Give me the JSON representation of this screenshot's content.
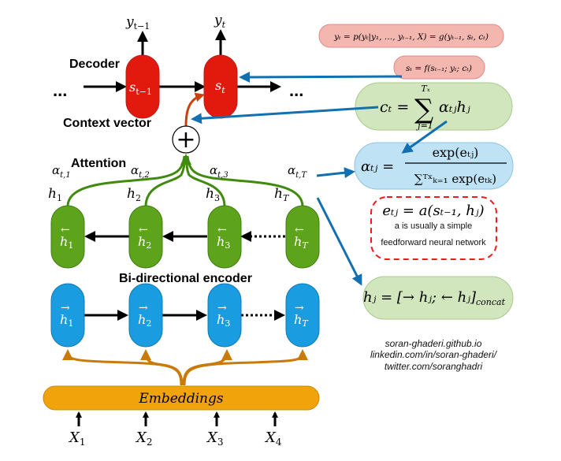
{
  "colors": {
    "decoder": "#e21a0d",
    "backward": "#5ea31c",
    "forward": "#1a9de0",
    "embeddings": "#f0a30a",
    "attention_curve": "#3f8a0f",
    "embed_curve": "#c87a0b",
    "callout_arrow": "#1270b0",
    "context_arrow": "#c9410b",
    "pink_box": "#f4b7b0",
    "green_box": "#d1e6bd",
    "blue_box": "#bfe2f4",
    "dashed_box": "#ee1c1c"
  },
  "labels": {
    "decoder": "Decoder",
    "context_vector": "Context vector",
    "attention": "Attention",
    "encoder": "Bi-directional encoder",
    "ellipsis_left": "...",
    "ellipsis_right": "..."
  },
  "decoder": {
    "outputs": [
      "y",
      "y"
    ],
    "output_subs": [
      "t−1",
      "t"
    ],
    "states": [
      "s",
      "s"
    ],
    "state_subs": [
      "t−1",
      "t"
    ]
  },
  "attention": {
    "weights": [
      {
        "base": "α",
        "sub": "t,1"
      },
      {
        "base": "α",
        "sub": "t,2"
      },
      {
        "base": "α",
        "sub": "t,3"
      },
      {
        "base": "α",
        "sub": "t,T"
      }
    ],
    "hidden": [
      {
        "base": "h",
        "sub": "1"
      },
      {
        "base": "h",
        "sub": "2"
      },
      {
        "base": "h",
        "sub": "3"
      },
      {
        "base": "h",
        "sub": "T"
      }
    ],
    "sum_symbol": "+"
  },
  "encoder": {
    "backward": [
      {
        "arrow": "←",
        "base": "h",
        "sub": "1"
      },
      {
        "arrow": "←",
        "base": "h",
        "sub": "2"
      },
      {
        "arrow": "←",
        "base": "h",
        "sub": "3"
      },
      {
        "arrow": "←",
        "base": "h",
        "sub": "T"
      }
    ],
    "forward": [
      {
        "arrow": "→",
        "base": "h",
        "sub": "1"
      },
      {
        "arrow": "→",
        "base": "h",
        "sub": "2"
      },
      {
        "arrow": "→",
        "base": "h",
        "sub": "3"
      },
      {
        "arrow": "→",
        "base": "h",
        "sub": "T"
      }
    ]
  },
  "embeddings": {
    "label": "Embeddings",
    "inputs": [
      {
        "base": "X",
        "sub": "1"
      },
      {
        "base": "X",
        "sub": "2"
      },
      {
        "base": "X",
        "sub": "3"
      },
      {
        "base": "X",
        "sub": "4"
      }
    ]
  },
  "equations": {
    "output": "yₜ = p(yₜ|y₁, …, yₜ₋₁, X) = g(yₜ₋₁, sₜ, cₜ)",
    "state": "sₜ = f(sₜ₋₁; yₜ; cₜ)",
    "context_lhs": "cₜ =",
    "context_sum": "∑",
    "context_sum_top": "Tₓ",
    "context_sum_bottom": "j=1",
    "context_rhs": "αₜⱼhⱼ",
    "alpha_lhs": "αₜⱼ =",
    "alpha_num": "exp(eₜⱼ)",
    "alpha_den": "∑ᵀˣₖ₌₁ exp(eₜₖ)",
    "energy": "eₜⱼ = a(sₜ₋₁, hⱼ)",
    "energy_note_1": "a is usually a simple",
    "energy_note_2": "feedforward neural network",
    "concat": "hⱼ = [→ hⱼ; ← hⱼ]",
    "concat_sub": "concat"
  },
  "credits": [
    "soran-ghaderi.github.io",
    "linkedin.com/in/soran-ghaderi/",
    "twitter.com/soranghadri"
  ]
}
